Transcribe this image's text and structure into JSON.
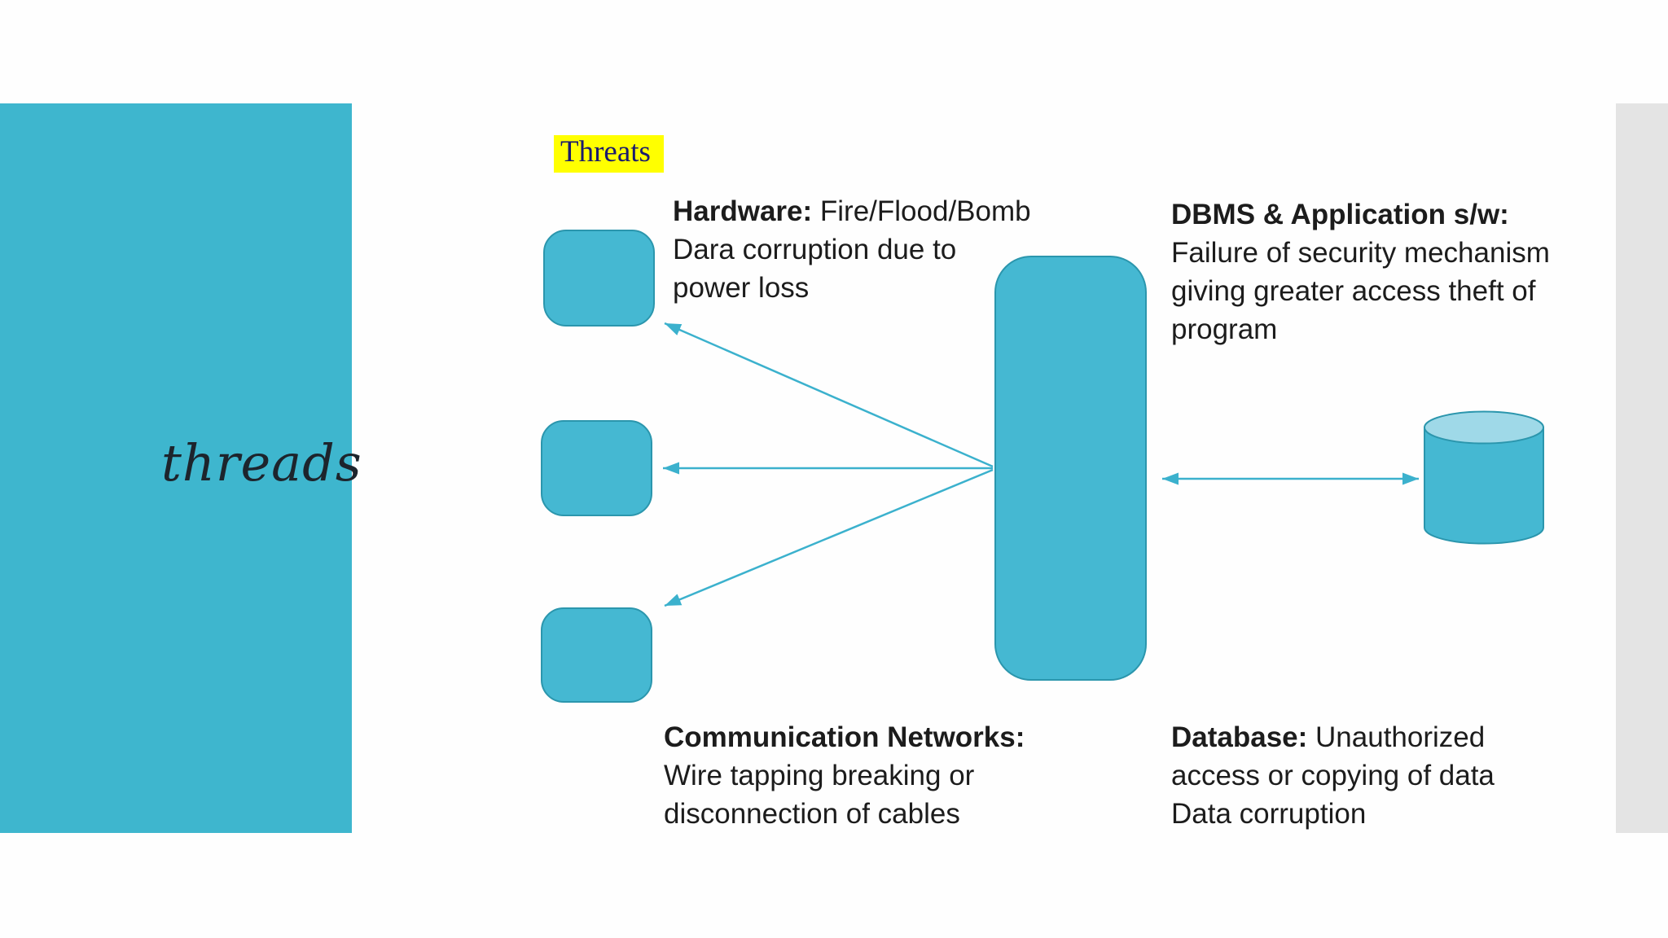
{
  "panel": {
    "label": "threads"
  },
  "title": {
    "text": "Threats"
  },
  "blocks": {
    "hardware": {
      "bold": "Hardware:",
      "inline": " Fire/Flood/Bomb",
      "line2": "Dara corruption due to",
      "line3": "power loss"
    },
    "dbms": {
      "bold": "DBMS & Application s/w:",
      "line2": "Failure of security mechanism",
      "line3": "giving greater access theft of",
      "line4": "program"
    },
    "comm": {
      "bold": "Communication Networks:",
      "line2": "Wire tapping breaking or",
      "line3": "disconnection of cables"
    },
    "database": {
      "bold": "Database:",
      "inline": " Unauthorized",
      "line2": "access or copying of data",
      "line3": "Data corruption"
    }
  },
  "colors": {
    "teal_panel": "#3eb6ce",
    "teal_shape_fill": "#45b8d2",
    "teal_shape_border": "#2b96ad",
    "cylinder_top_fill": "#9fd9e8",
    "arrow_teal": "#3bb1cd",
    "highlight_yellow": "#ffff00",
    "title_navy": "#1a1a6e",
    "body_text": "#1c1c1c",
    "strip_gray": "#e4e4e4",
    "background": "#fefefe"
  }
}
